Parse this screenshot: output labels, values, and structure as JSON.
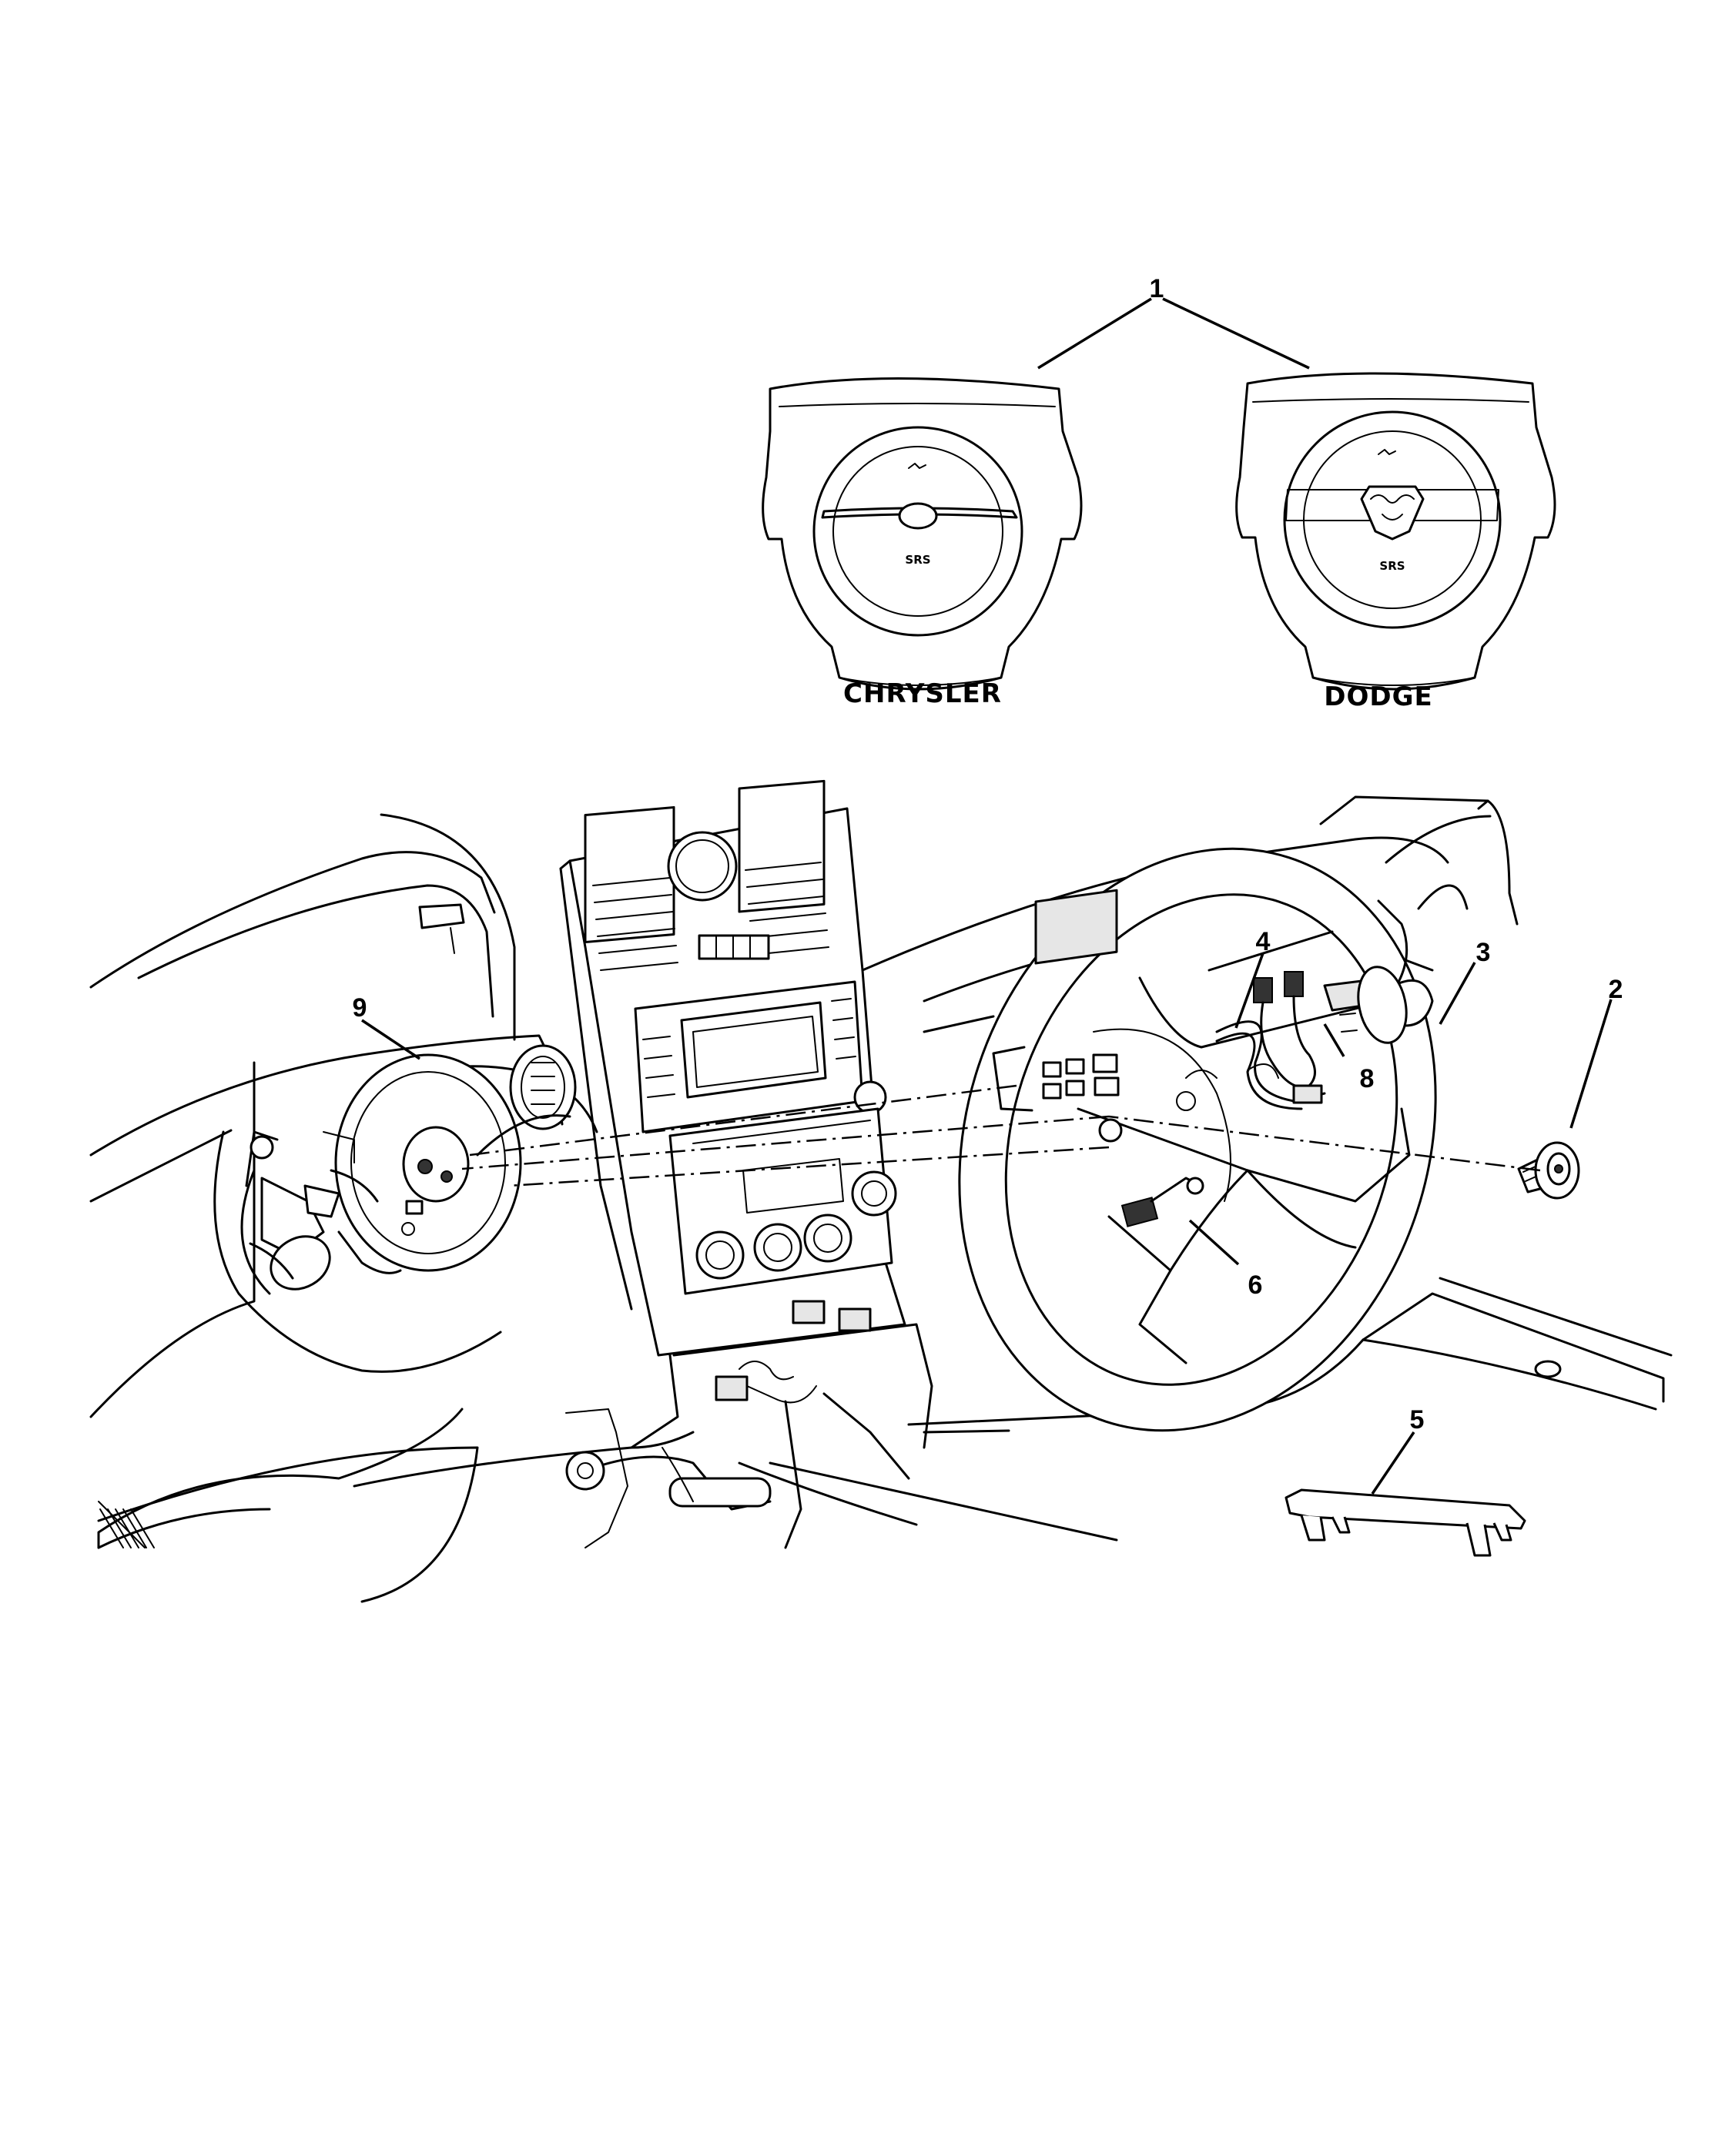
{
  "brands": {
    "left_label": "CHRYSLER",
    "right_label": "DODGE"
  },
  "airbag_marking": "SRS",
  "callouts": [
    {
      "id": "1",
      "label": "1"
    },
    {
      "id": "2",
      "label": "2"
    },
    {
      "id": "3",
      "label": "3"
    },
    {
      "id": "4",
      "label": "4"
    },
    {
      "id": "5",
      "label": "5"
    },
    {
      "id": "6",
      "label": "6"
    },
    {
      "id": "8",
      "label": "8"
    },
    {
      "id": "9",
      "label": "9"
    }
  ],
  "colors": {
    "line": "#000000",
    "background": "#ffffff"
  }
}
